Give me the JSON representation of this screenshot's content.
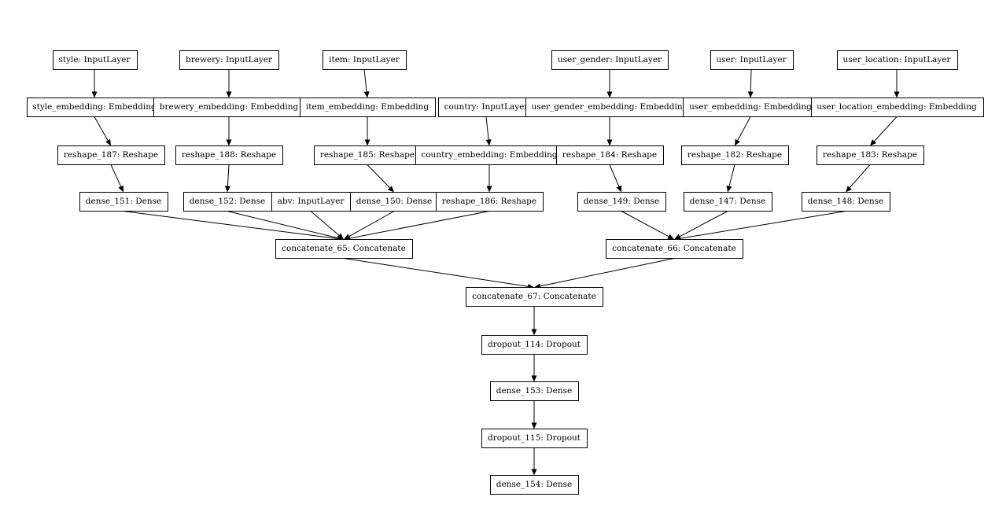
{
  "nodes": [
    {
      "id": "style",
      "label": "style: InputLayer"
    },
    {
      "id": "brewery",
      "label": "brewery: InputLayer"
    },
    {
      "id": "item",
      "label": "item: InputLayer"
    },
    {
      "id": "user_gender",
      "label": "user_gender: InputLayer"
    },
    {
      "id": "user",
      "label": "user: InputLayer"
    },
    {
      "id": "user_location",
      "label": "user_location: InputLayer"
    },
    {
      "id": "style_embedding",
      "label": "style_embedding: Embedding"
    },
    {
      "id": "brewery_embedding",
      "label": "brewery_embedding: Embedding"
    },
    {
      "id": "item_embedding",
      "label": "item_embedding: Embedding"
    },
    {
      "id": "country",
      "label": "country: InputLayer"
    },
    {
      "id": "user_gender_embedding",
      "label": "user_gender_embedding: Embedding"
    },
    {
      "id": "user_embedding",
      "label": "user_embedding: Embedding"
    },
    {
      "id": "user_location_embedding",
      "label": "user_location_embedding: Embedding"
    },
    {
      "id": "reshape_187",
      "label": "reshape_187: Reshape"
    },
    {
      "id": "reshape_188",
      "label": "reshape_188: Reshape"
    },
    {
      "id": "reshape_185",
      "label": "reshape_185: Reshape"
    },
    {
      "id": "country_embedding",
      "label": "country_embedding: Embedding"
    },
    {
      "id": "reshape_184",
      "label": "reshape_184: Reshape"
    },
    {
      "id": "reshape_182",
      "label": "reshape_182: Reshape"
    },
    {
      "id": "reshape_183",
      "label": "reshape_183: Reshape"
    },
    {
      "id": "dense_151",
      "label": "dense_151: Dense"
    },
    {
      "id": "dense_152",
      "label": "dense_152: Dense"
    },
    {
      "id": "abv",
      "label": "abv: InputLayer"
    },
    {
      "id": "dense_150",
      "label": "dense_150: Dense"
    },
    {
      "id": "reshape_186",
      "label": "reshape_186: Reshape"
    },
    {
      "id": "dense_149",
      "label": "dense_149: Dense"
    },
    {
      "id": "dense_147",
      "label": "dense_147: Dense"
    },
    {
      "id": "dense_148",
      "label": "dense_148: Dense"
    },
    {
      "id": "concatenate_65",
      "label": "concatenate_65: Concatenate"
    },
    {
      "id": "concatenate_66",
      "label": "concatenate_66: Concatenate"
    },
    {
      "id": "concatenate_67",
      "label": "concatenate_67: Concatenate"
    },
    {
      "id": "dropout_114",
      "label": "dropout_114: Dropout"
    },
    {
      "id": "dense_153",
      "label": "dense_153: Dense"
    },
    {
      "id": "dropout_115",
      "label": "dropout_115: Dropout"
    },
    {
      "id": "dense_154",
      "label": "dense_154: Dense"
    }
  ],
  "edges": [
    [
      "style",
      "style_embedding"
    ],
    [
      "brewery",
      "brewery_embedding"
    ],
    [
      "item",
      "item_embedding"
    ],
    [
      "user_gender",
      "user_gender_embedding"
    ],
    [
      "user",
      "user_embedding"
    ],
    [
      "user_location",
      "user_location_embedding"
    ],
    [
      "style_embedding",
      "reshape_187"
    ],
    [
      "brewery_embedding",
      "reshape_188"
    ],
    [
      "item_embedding",
      "reshape_185"
    ],
    [
      "country",
      "country_embedding"
    ],
    [
      "user_gender_embedding",
      "reshape_184"
    ],
    [
      "user_embedding",
      "reshape_182"
    ],
    [
      "user_location_embedding",
      "reshape_183"
    ],
    [
      "reshape_187",
      "dense_151"
    ],
    [
      "reshape_188",
      "dense_152"
    ],
    [
      "reshape_185",
      "dense_150"
    ],
    [
      "country_embedding",
      "reshape_186"
    ],
    [
      "reshape_184",
      "dense_149"
    ],
    [
      "reshape_182",
      "dense_147"
    ],
    [
      "reshape_183",
      "dense_148"
    ],
    [
      "dense_151",
      "concatenate_65"
    ],
    [
      "dense_152",
      "concatenate_65"
    ],
    [
      "abv",
      "concatenate_65"
    ],
    [
      "dense_150",
      "concatenate_65"
    ],
    [
      "reshape_186",
      "concatenate_65"
    ],
    [
      "dense_149",
      "concatenate_66"
    ],
    [
      "dense_147",
      "concatenate_66"
    ],
    [
      "dense_148",
      "concatenate_66"
    ],
    [
      "concatenate_65",
      "concatenate_67"
    ],
    [
      "concatenate_66",
      "concatenate_67"
    ],
    [
      "concatenate_67",
      "dropout_114"
    ],
    [
      "dropout_114",
      "dense_153"
    ],
    [
      "dense_153",
      "dropout_115"
    ],
    [
      "dropout_115",
      "dense_154"
    ]
  ]
}
